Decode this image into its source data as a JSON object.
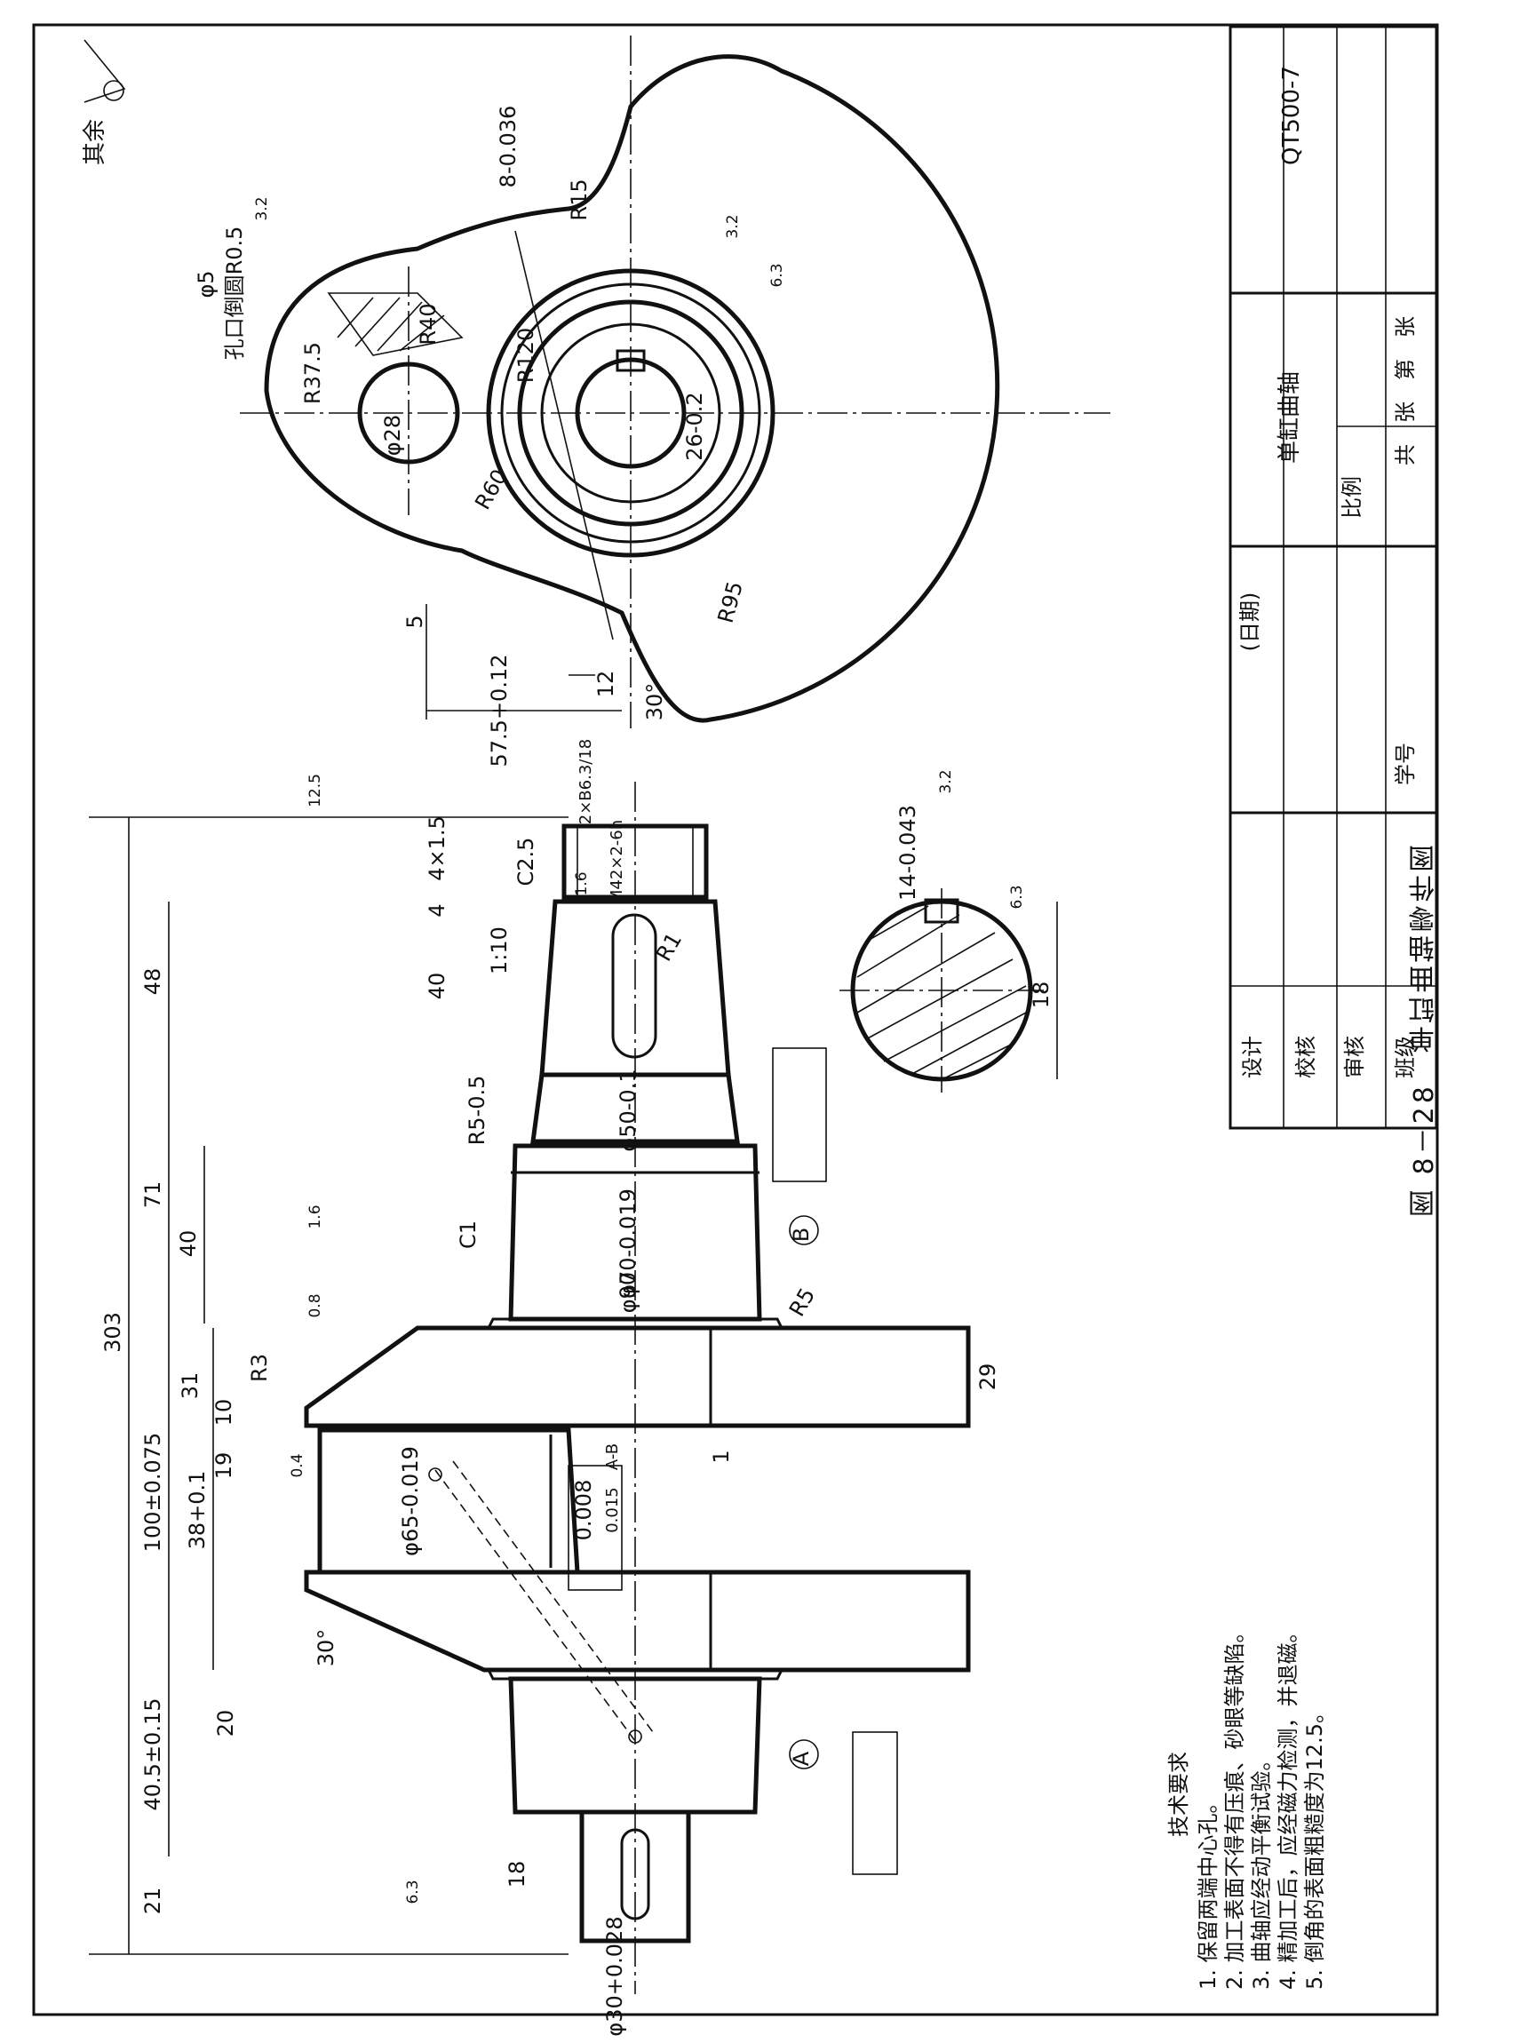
{
  "caption": "图 8－28　单缸曲轴零件图",
  "other_roughness_label": "其余",
  "title_block": {
    "material": "QT500-7",
    "part_name": "单缸曲轴",
    "date_label": "(日期)",
    "scale_label": "比例",
    "sheets_label": "共　张　第　张",
    "design": "设计",
    "check": "校核",
    "review": "审核",
    "class": "班级",
    "student_no": "学号"
  },
  "technical_requirements": {
    "title": "技术要求",
    "items": [
      "1. 保留两端中心孔。",
      "2. 加工表面不得有压痕、砂眼等缺陷。",
      "3. 曲轴应经动平衡试验。",
      "4. 精加工后，应经磁力检测，并退磁。",
      "5. 倒角的表面粗糙度为12.5。"
    ]
  },
  "side_view": {
    "dims": [
      "8-0.036",
      "R15",
      "3.2",
      "3.2",
      "6.3",
      "φ5",
      "孔口倒圆R0.5",
      "R37.5",
      "R40",
      "R120",
      "φ28",
      "26-0.2",
      "R60",
      "R95",
      "5",
      "12",
      "30°",
      "57.5+0.12",
      "2×B6.3/18"
    ]
  },
  "section_view": {
    "dims": [
      "14-0.043",
      "3.2",
      "6.3",
      "18"
    ]
  },
  "front_view": {
    "dims": [
      "303",
      "100±0.075",
      "40.5±0.15",
      "21",
      "48",
      "71",
      "40",
      "31",
      "10",
      "19",
      "38+0.1",
      "20",
      "18",
      "4×1.5",
      "C2.5",
      "M42×2-6h",
      "1.6",
      "4",
      "40",
      "1:10",
      "R1",
      "R5-0.5",
      "φ50-0.1",
      "φ70-0.019",
      "φ90",
      "R5",
      "C1",
      "R3",
      "φ65-0.019",
      "0.008",
      "0.015",
      "A-B",
      "29",
      "1",
      "30°",
      "φ30+0.028",
      "B",
      "A"
    ],
    "roughness": [
      "12.5",
      "6.3",
      "1.6",
      "0.8",
      "0.4"
    ]
  }
}
